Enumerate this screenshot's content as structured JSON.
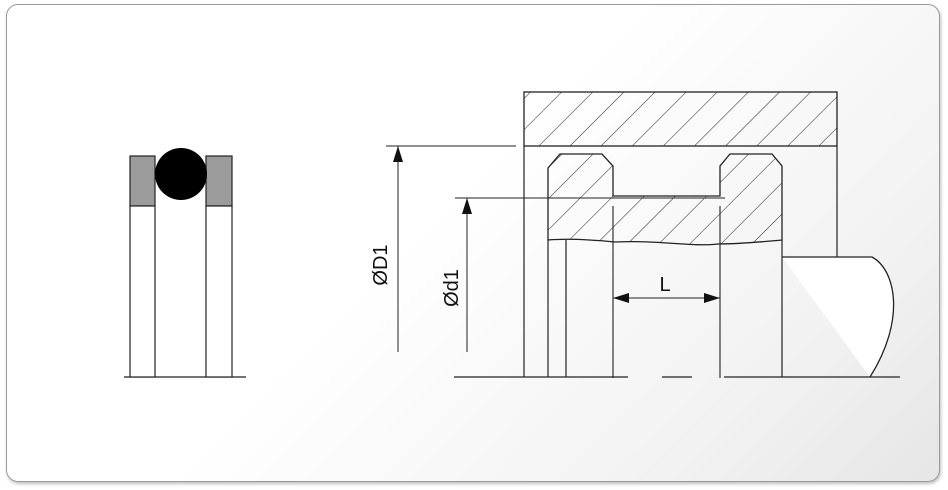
{
  "labels": {
    "outer_diameter": "ØD1",
    "inner_diameter": "Ød1",
    "groove_width": "L"
  },
  "colors": {
    "line": "#222222",
    "backup_ring": "#9b9b9b",
    "oring": "#000000"
  }
}
